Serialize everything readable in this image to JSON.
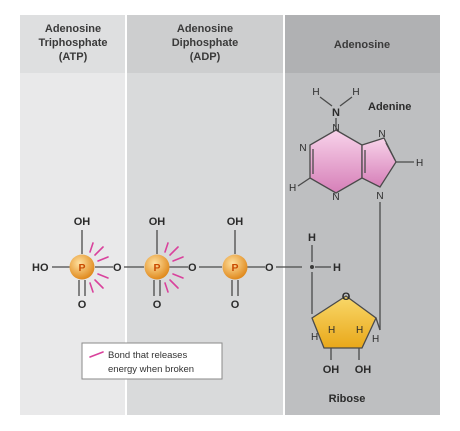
{
  "headers": {
    "atp": [
      "Adenosine",
      "Triphosphate",
      "(ATP)"
    ],
    "adp": [
      "Adenosine",
      "Diphosphate",
      "(ADP)"
    ],
    "adenosine": "Adenosine"
  },
  "phosphates": {
    "p_symbol": "P",
    "oh": "OH",
    "o": "O",
    "ho": "HO"
  },
  "linker": {
    "h": "H",
    "dot_h": "•—H"
  },
  "adenine": {
    "label": "Adenine",
    "h": "H",
    "n": "N"
  },
  "ribose": {
    "label": "Ribose",
    "o": "O",
    "h": "H",
    "oh": "OH"
  },
  "legend": {
    "line1": "Bond that releases",
    "line2": "energy when broken"
  },
  "colors": {
    "atp_panel": "#e9e9ea",
    "adp_panel": "#d8d9da",
    "adenosine_panel": "#bcbdbf",
    "phosphate": "#e8a93a",
    "adenine": "#eaa3cf",
    "ribose": "#f2c23d",
    "spark": "#d9429c"
  }
}
